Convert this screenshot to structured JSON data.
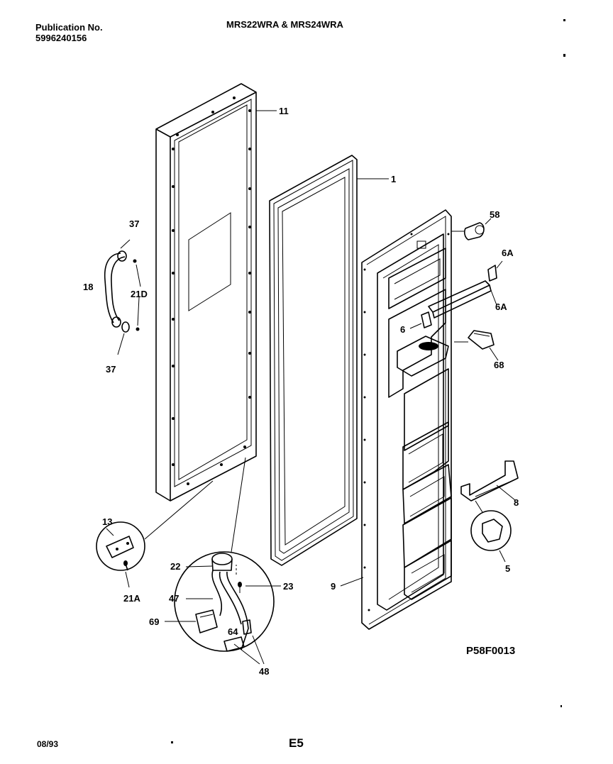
{
  "header": {
    "publication_label": "Publication No.",
    "publication_number": "5996240156",
    "model_title": "MRS22WRA & MRS24WRA"
  },
  "footer": {
    "date": "08/93",
    "page_code": "E5"
  },
  "diagram": {
    "figure_code": "P58F0013",
    "callouts": [
      "11",
      "1",
      "58",
      "6A",
      "6A",
      "6",
      "68",
      "37",
      "18",
      "21D",
      "37",
      "8",
      "5",
      "13",
      "22",
      "47",
      "23",
      "9",
      "21A",
      "69",
      "64",
      "48"
    ]
  }
}
